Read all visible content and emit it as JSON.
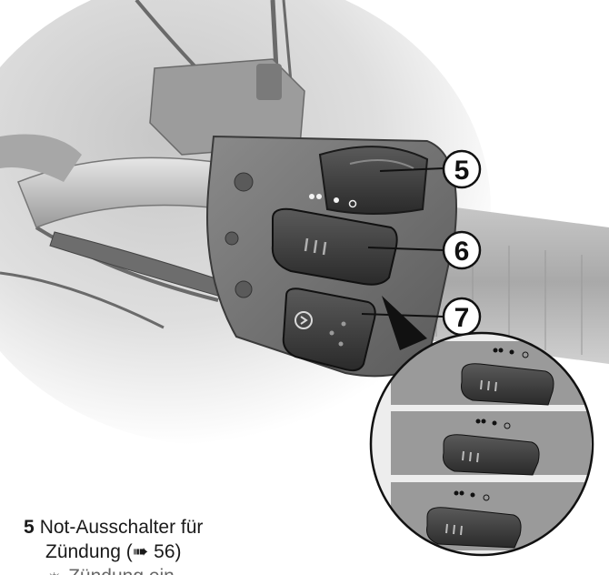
{
  "callouts": {
    "c5": "5",
    "c6": "6",
    "c7": "7"
  },
  "caption": {
    "number": "5",
    "line1": "Not-Ausschalter für",
    "line2": "Zündung (➠ 56)",
    "line3": "Zündung ein"
  },
  "colors": {
    "accent": "#111111",
    "background": "#ffffff"
  }
}
